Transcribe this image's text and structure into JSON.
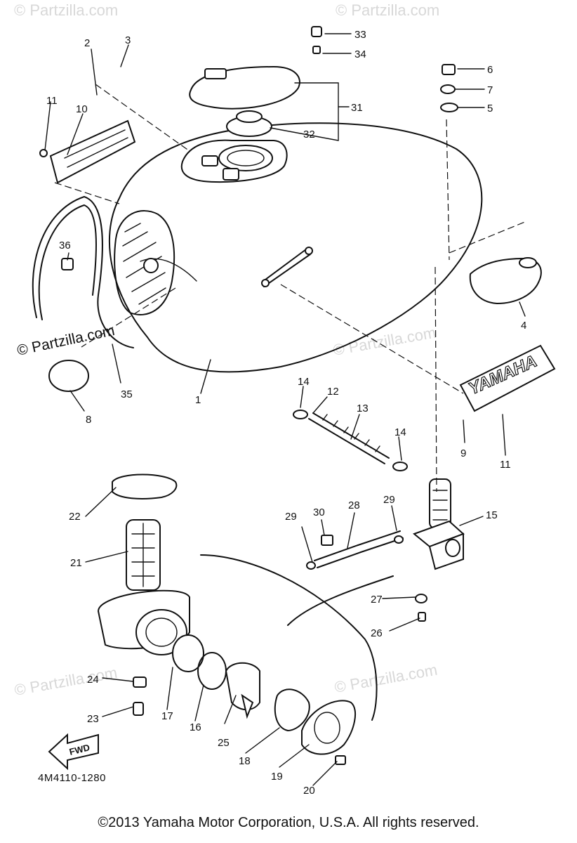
{
  "watermark": "© Partzilla.com",
  "diagram_code": "4M4110-1280",
  "copyright": "©2013  Yamaha Motor Corporation, U.S.A. All rights reserved.",
  "tank_emblem_text": "YAMAHA",
  "arrow_label": "FWD",
  "callouts": {
    "c1": "1",
    "c2": "2",
    "c3": "3",
    "c4": "4",
    "c5": "5",
    "c6": "6",
    "c7": "7",
    "c8": "8",
    "c9": "9",
    "c10": "10",
    "c11a": "11",
    "c11b": "11",
    "c12": "12",
    "c13": "13",
    "c14a": "14",
    "c14b": "14",
    "c15": "15",
    "c16": "16",
    "c17": "17",
    "c18": "18",
    "c19": "19",
    "c20": "20",
    "c21": "21",
    "c22": "22",
    "c23": "23",
    "c24": "24",
    "c25": "25",
    "c26": "26",
    "c27": "27",
    "c28": "28",
    "c29a": "29",
    "c29b": "29",
    "c30": "30",
    "c31": "31",
    "c32": "32",
    "c33": "33",
    "c34": "34",
    "c35": "35",
    "c36": "36"
  }
}
